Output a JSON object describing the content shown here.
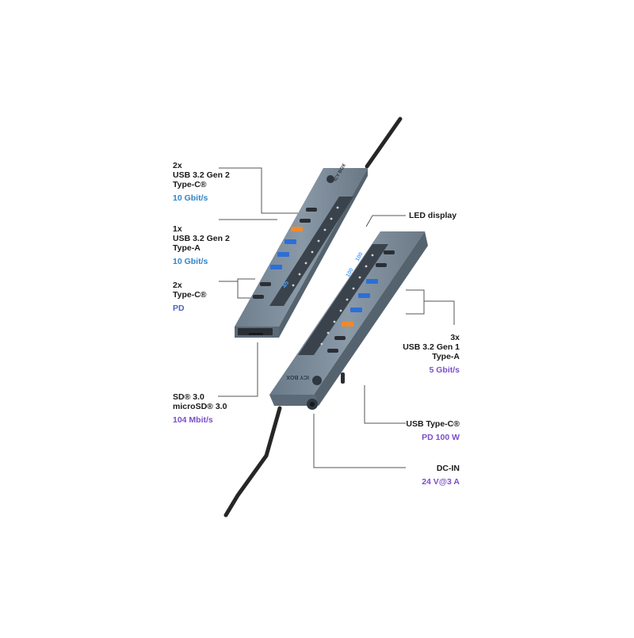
{
  "labels": {
    "typec_gen2": {
      "qty": "2x",
      "line1": "USB 3.2 Gen 2",
      "line2": "Type-C®",
      "spec": "10 Gbit/s"
    },
    "typea_gen2": {
      "qty": "1x",
      "line1": "USB 3.2 Gen 2",
      "line2": "Type-A",
      "spec": "10 Gbit/s"
    },
    "typec_pd": {
      "qty": "2x",
      "line1": "Type-C®",
      "spec": "PD"
    },
    "sd": {
      "line1": "SD® 3.0",
      "line2": "microSD® 3.0",
      "spec": "104 Mbit/s"
    },
    "led": {
      "line1": "LED display"
    },
    "typea_gen1": {
      "qty": "3x",
      "line1": "USB 3.2 Gen 1",
      "line2": "Type-A",
      "spec": "5 Gbit/s"
    },
    "usbc_pd100": {
      "line1": "USB Type-C®",
      "spec": "PD 100 W"
    },
    "dcin": {
      "line1": "DC-IN",
      "spec": "24 V@3 A"
    }
  },
  "device": {
    "brand": "ICY BOX",
    "display_left": "45",
    "display_right_a": "100",
    "display_right_b": "100"
  },
  "colors": {
    "body": "#7e8d9b",
    "body_dark": "#55636f",
    "cable": "#262626",
    "accent_blue": "#2e86c8",
    "accent_purple": "#7a4fc9",
    "port_orange": "#f08a2a",
    "port_blue": "#2c6fd6"
  }
}
